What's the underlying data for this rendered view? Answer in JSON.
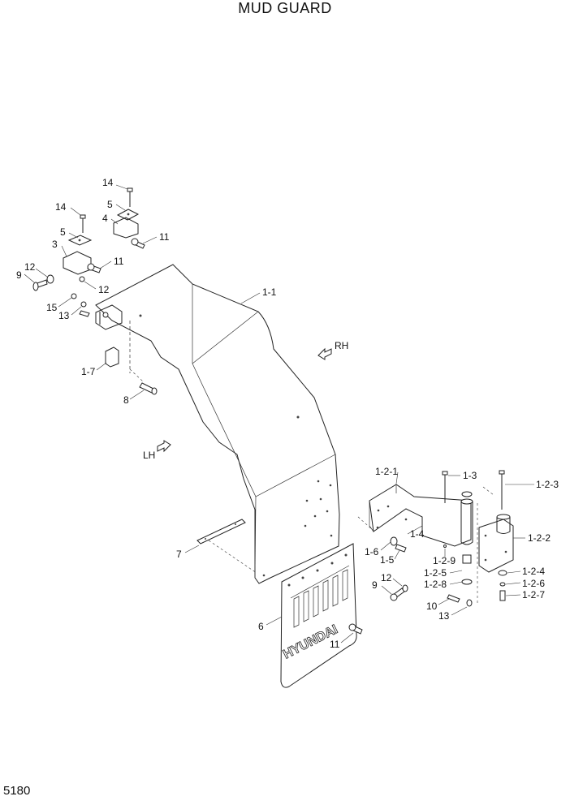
{
  "title": "MUD GUARD",
  "page_number": "5180",
  "directions": {
    "rh": "RH",
    "lh": "LH"
  },
  "brand": "HYUNDAI",
  "labels": [
    {
      "id": "p14a",
      "text": "14"
    },
    {
      "id": "p5a",
      "text": "5"
    },
    {
      "id": "p4",
      "text": "4"
    },
    {
      "id": "p11a",
      "text": "11"
    },
    {
      "id": "p14b",
      "text": "14"
    },
    {
      "id": "p5b",
      "text": "5"
    },
    {
      "id": "p3",
      "text": "3"
    },
    {
      "id": "p11b",
      "text": "11"
    },
    {
      "id": "p12a",
      "text": "12"
    },
    {
      "id": "p9a",
      "text": "9"
    },
    {
      "id": "p12b",
      "text": "12"
    },
    {
      "id": "p15",
      "text": "15"
    },
    {
      "id": "p13a",
      "text": "13"
    },
    {
      "id": "p1-1",
      "text": "1-1"
    },
    {
      "id": "p1-7",
      "text": "1-7"
    },
    {
      "id": "p8",
      "text": "8"
    },
    {
      "id": "p1-2-1",
      "text": "1-2-1"
    },
    {
      "id": "p1-3",
      "text": "1-3"
    },
    {
      "id": "p1-2-3",
      "text": "1-2-3"
    },
    {
      "id": "p1-2-2",
      "text": "1-2-2"
    },
    {
      "id": "p1-4",
      "text": "1-4"
    },
    {
      "id": "p1-6",
      "text": "1-6"
    },
    {
      "id": "p1-5",
      "text": "1-5"
    },
    {
      "id": "p1-2-9",
      "text": "1-2-9"
    },
    {
      "id": "p1-2-5",
      "text": "1-2-5"
    },
    {
      "id": "p1-2-8",
      "text": "1-2-8"
    },
    {
      "id": "p1-2-4",
      "text": "1-2-4"
    },
    {
      "id": "p1-2-6",
      "text": "1-2-6"
    },
    {
      "id": "p1-2-7",
      "text": "1-2-7"
    },
    {
      "id": "p7",
      "text": "7"
    },
    {
      "id": "p12c",
      "text": "12"
    },
    {
      "id": "p9b",
      "text": "9"
    },
    {
      "id": "p10",
      "text": "10"
    },
    {
      "id": "p13b",
      "text": "13"
    },
    {
      "id": "p6",
      "text": "6"
    },
    {
      "id": "p11c",
      "text": "11"
    }
  ]
}
